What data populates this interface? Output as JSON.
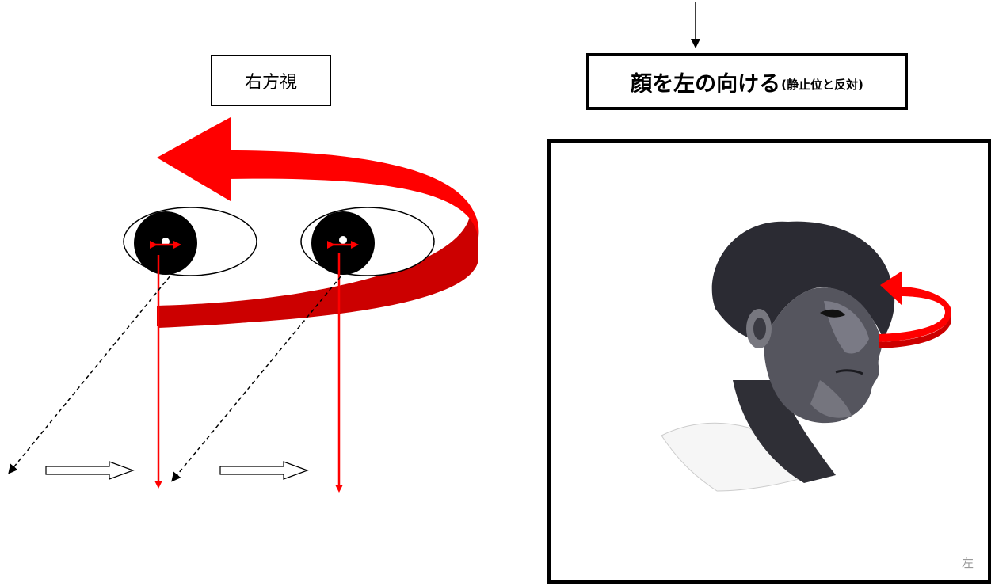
{
  "gaze_label": "右方視",
  "instruction": {
    "main": "顔を左の向ける",
    "note": "(静止位と反対)"
  },
  "photo": {
    "corner_mark": "左",
    "description_icon": "child-face-turned-left"
  },
  "colors": {
    "arrow_red": "#ff0000",
    "arrow_dark_red": "#cc0000",
    "outline": "#000000",
    "background": "#ffffff"
  },
  "icons": [
    "curved-rotation-arrow-icon",
    "eye-icon",
    "gaze-line-arrow-icon",
    "dashed-arrow-icon",
    "hollow-arrow-icon",
    "down-arrow-icon"
  ]
}
